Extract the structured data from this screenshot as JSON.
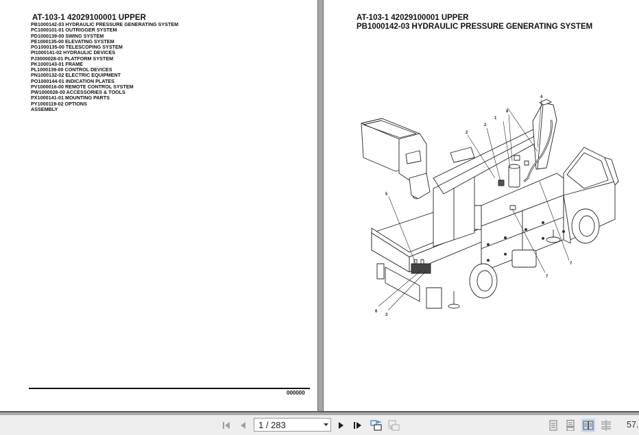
{
  "document": {
    "left_page": {
      "title": "AT-103-1 42029100001 UPPER",
      "items": [
        "PB1000142-03 HYDRAULIC PRESSURE GENERATING SYSTEM",
        "PC1000101-01 OUTRIGGER SYSTEM",
        "PD1000139-00 SWING SYSTEM",
        "PE1000135-00 ELEVATING SYSTEM",
        "PG1000135-00 TELESCOPING SYSTEM",
        "PI1000141-02 HYDRAULIC DEVICES",
        "PJ3000028-01 PLATFORM SYSTEM",
        "PK1000143-01 FRAME",
        "PL1000139-00 CONTROL DEVICES",
        "PN1000132-02 ELECTRIC EQUIPMENT",
        "PO1000144-01 INDICATION PLATES",
        "PV1000016-00 REMOTE CONTROL SYSTEM",
        "PW1000028-00 ACCESSORIES & TOOLS",
        "PX1000141-01 MOUNTING PARTS",
        "PY1000119-02 OPTIONS",
        "ASSEMBLY"
      ],
      "page_number": "000000"
    },
    "right_page": {
      "title_line1": "AT-103-1 42029100001 UPPER",
      "title_line2": "PB1000142-03 HYDRAULIC PRESSURE GENERATING SYSTEM",
      "diagram": {
        "description": "Aerial work platform truck - hydraulic pressure generating system",
        "callouts": [
          "1",
          "2",
          "2",
          "3",
          "4",
          "5",
          "6",
          "7",
          "7",
          "8"
        ]
      }
    }
  },
  "toolbar": {
    "first_page_icon": "first-page-icon",
    "prev_page_icon": "previous-page-icon",
    "page_indicator": "1 / 283",
    "next_page_icon": "next-page-icon",
    "last_page_icon": "last-page-icon",
    "previous_view_icon": "previous-view-icon",
    "next_view_icon": "next-view-icon",
    "view_modes": [
      "single-page",
      "single-page-continuous",
      "two-page",
      "two-page-continuous"
    ],
    "active_view_mode": "two-page",
    "zoom_level": "57.",
    "colors": {
      "background": "#eeeeee",
      "active_view": "#c9d9ee",
      "icon_dark": "#1a1a1a",
      "icon_disabled": "#a0a0a0",
      "accent_blue": "#3a7bc8"
    }
  }
}
